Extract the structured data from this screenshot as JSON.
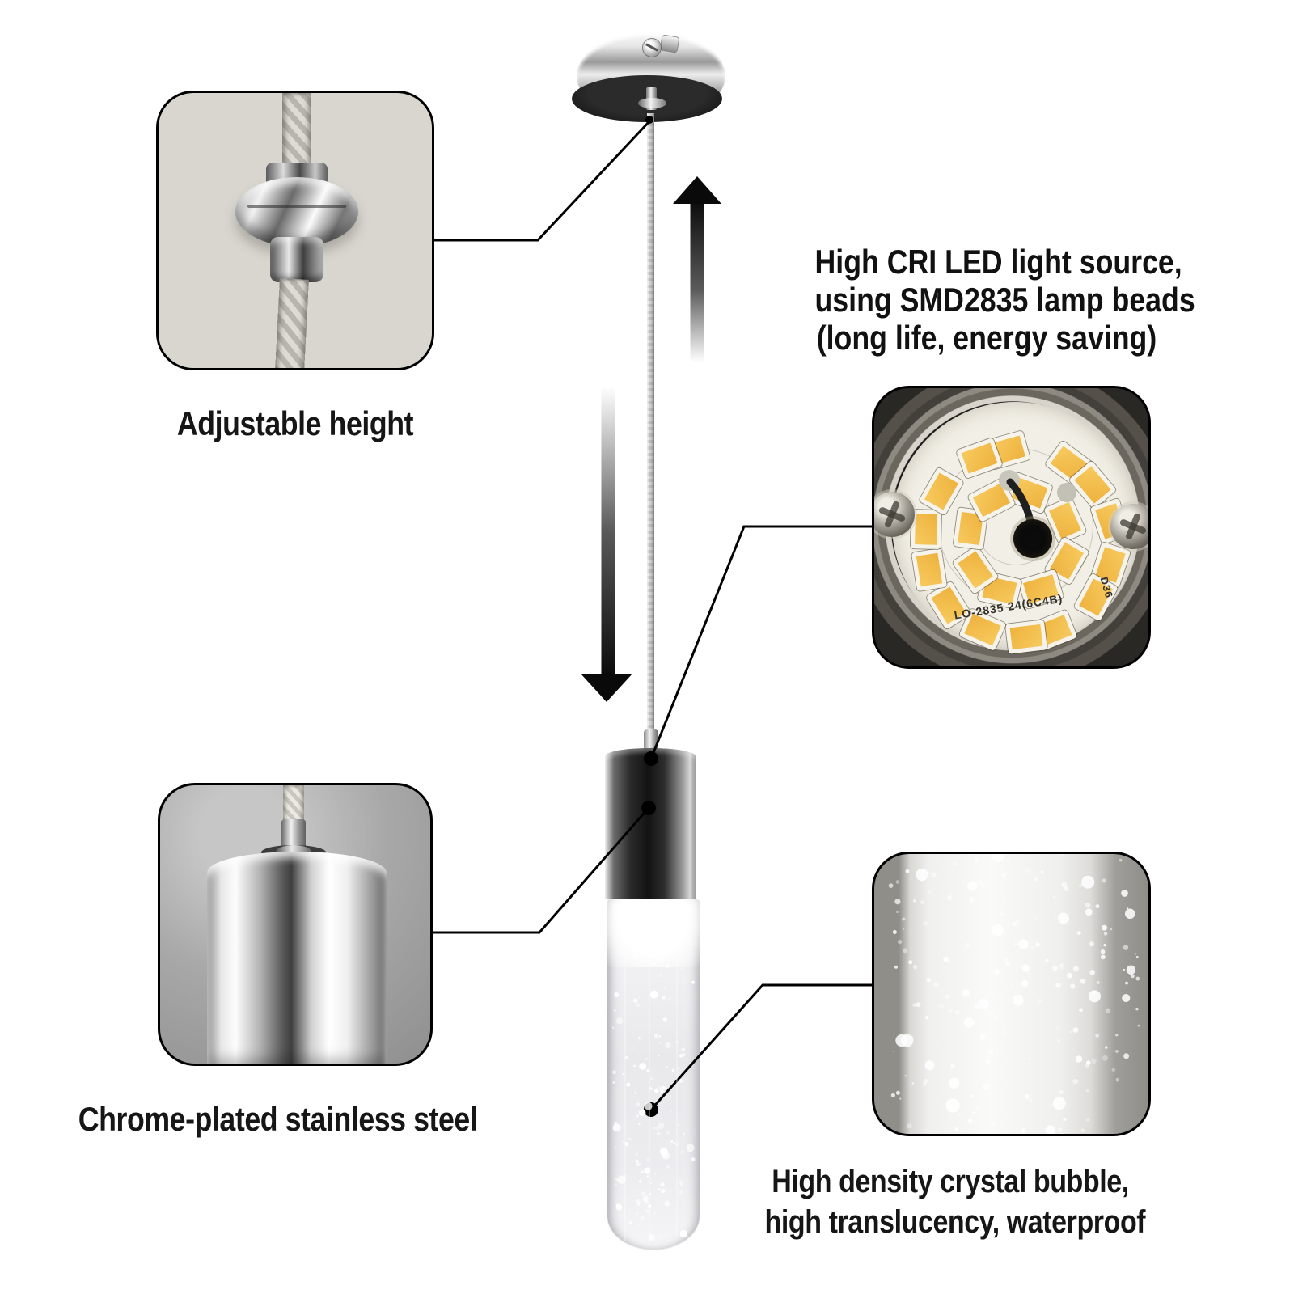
{
  "captions": {
    "adjustable_height": "Adjustable height",
    "chrome": "Chrome-plated stainless steel",
    "crystal_line1": "High density crystal bubble,",
    "crystal_line2": "high translucency, waterproof"
  },
  "led_note": {
    "line1": "High CRI LED light source,",
    "line2": "using SMD2835 lamp beads",
    "line3": "(long life, energy saving)"
  },
  "led_board": {
    "outer_count": 14,
    "inner_count": 8,
    "marking": "LO-2835 24(6C4B)",
    "marking_side": "D36",
    "chip_color": "#eeb23e",
    "chip_color_light": "#f7ca5e",
    "pcb_color": "#f2efe6"
  },
  "colors": {
    "line": "#000000",
    "text": "#141414",
    "arrow_dark": "#0a0a0a",
    "sparkle": "#ffffff"
  }
}
